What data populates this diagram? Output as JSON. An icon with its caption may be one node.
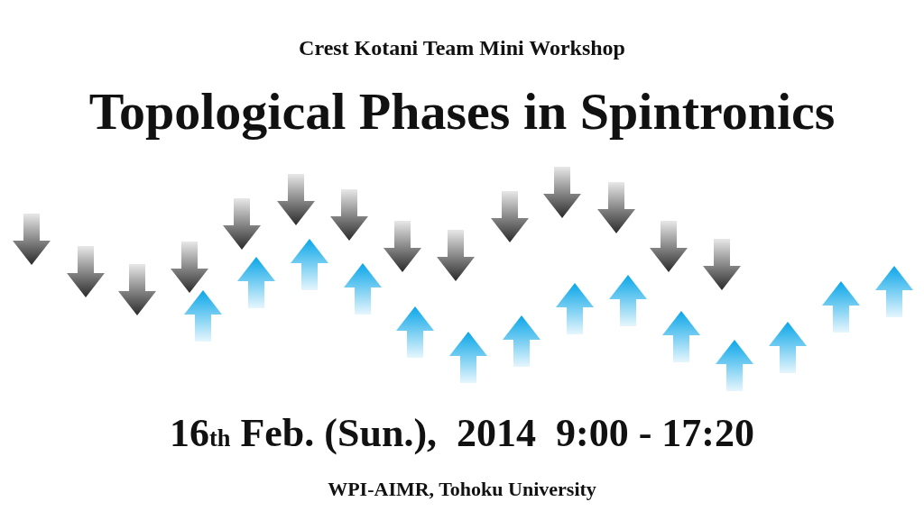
{
  "diagram": {
    "title": "Topological Phases in Spintronics",
    "labels": [
      "Crest Kotani Team Mini Workshop",
      "16$_{th}$ Feb. (Sun.),  2014  9:00 - 17:20",
      "WPI-AIMR, Tohoku University"
    ]
  }
}
